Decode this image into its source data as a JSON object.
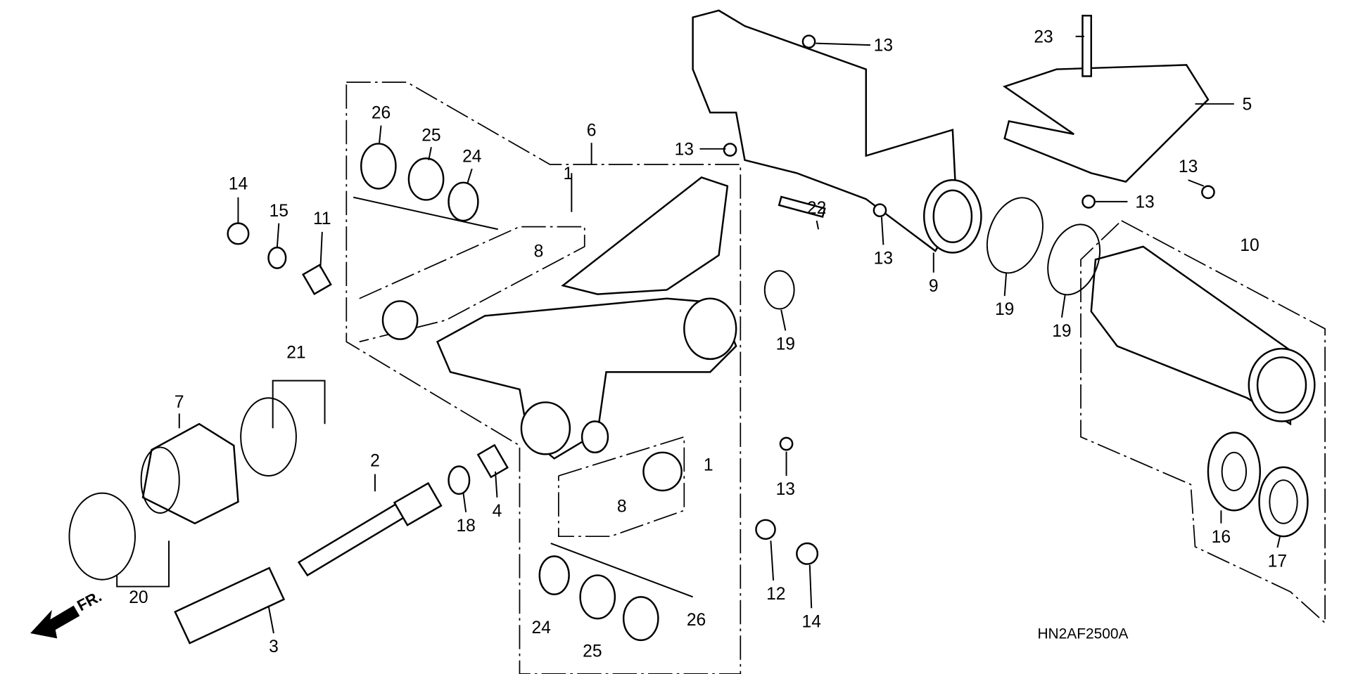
{
  "diagram_code": "HN2AF2500A",
  "front_indicator": "FR.",
  "callouts": [
    "23",
    "13",
    "5",
    "13",
    "6",
    "26",
    "25",
    "24",
    "14",
    "15",
    "11",
    "1",
    "8",
    "22",
    "13",
    "13",
    "10",
    "13",
    "9",
    "19",
    "19",
    "19",
    "21",
    "7",
    "2",
    "1",
    "13",
    "8",
    "4",
    "18",
    "16",
    "17",
    "20",
    "12",
    "14",
    "24",
    "26",
    "25",
    "3"
  ]
}
